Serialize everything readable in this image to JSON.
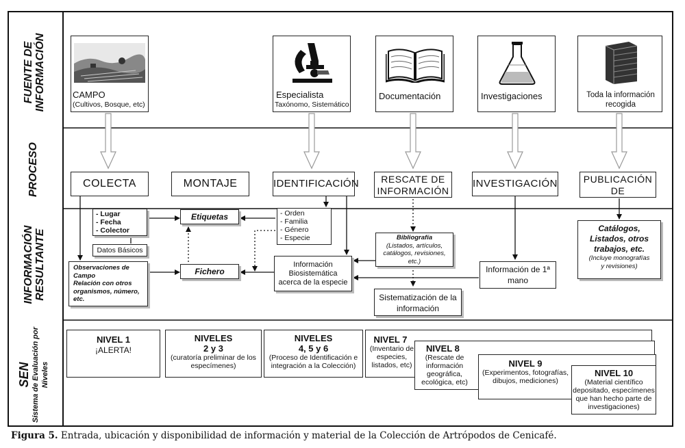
{
  "rows": {
    "fuente": [
      "FUENTE DE",
      "INFORMACIÓN"
    ],
    "proceso": "PROCESO",
    "resultante": [
      "INFORMACIÓN",
      "RESULTANTE"
    ],
    "sen_main": "SEN",
    "sen_sub1": "Sistema de Evaluación por",
    "sen_sub2": "Niveles"
  },
  "sources": {
    "campo": {
      "title": "CAMPO",
      "sub": "(Cultivos, Bosque, etc)"
    },
    "especialista": {
      "title": "Especialista",
      "sub": "Taxónomo, Sistemático"
    },
    "documentacion": {
      "title": "Documentación"
    },
    "investigaciones": {
      "title": "Investigaciones"
    },
    "toda": {
      "line1": "Toda la información",
      "line2": "recogida"
    }
  },
  "process": {
    "colecta": "COLECTA",
    "montaje": "MONTAJE",
    "identificacion": "IDENTIFICACIÓN",
    "rescate1": "RESCATE DE",
    "rescate2": "INFORMACIÓN",
    "investigacion": "INVESTIGACIÓN",
    "publicacion1": "PUBLICACIÓN",
    "publicacion2": "DE"
  },
  "results": {
    "lugar": "- Lugar",
    "fecha": "- Fecha",
    "colector": "- Colector",
    "datos_basicos": "Datos Básicos",
    "etiquetas": "Etiquetas",
    "fichero": "Fichero",
    "orden": "- Orden",
    "familia": "- Familia",
    "genero": "- Género",
    "especie": "- Especie",
    "obs1": "Observaciones de",
    "obs2": "Campo",
    "obs3": "Relación con otros",
    "obs4": "organismos, número,",
    "obs5": "etc.",
    "infobio1": "Información",
    "infobio2": "Biosistemática",
    "infobio3": "acerca de la especie",
    "biblio_title": "Bibliografía",
    "biblio1": "(Listados, artículos,",
    "biblio2": "catálogos, revisiones,",
    "biblio3": "etc.)",
    "sistem1": "Sistematización de la",
    "sistem2": "información",
    "info1a": "Información de 1ª",
    "info1b": "mano",
    "cat1": "Catálogos,",
    "cat2": "Listados, otros",
    "cat3": "trabajos, etc.",
    "cat4": "(Incluye monografías",
    "cat5": "y revisiones)"
  },
  "levels": {
    "n1_title": "NIVEL 1",
    "n1_sub": "¡ALERTA!",
    "n23_title": "NIVELES",
    "n23_num": "2 y 3",
    "n23_desc1": "(curatoría preliminar de los",
    "n23_desc2": "especímenes)",
    "n456_title": "NIVELES",
    "n456_num": "4, 5 y 6",
    "n456_desc1": "(Proceso de Identificación e",
    "n456_desc2": "integración a la Colección)",
    "n7_title": "NIVEL 7",
    "n7_desc1": "(Inventario de",
    "n7_desc2": "especies,",
    "n7_desc3": "listados, etc)",
    "n8_title": "NIVEL 8",
    "n8_desc1": "(Rescate de",
    "n8_desc2": "información",
    "n8_desc3": "geográfica,",
    "n8_desc4": "ecológica, etc)",
    "n9_title": "NIVEL 9",
    "n9_desc1": "(Experimentos, fotografías,",
    "n9_desc2": "dibujos, mediciones)",
    "n10_title": "NIVEL 10",
    "n10_desc1": "(Material científico",
    "n10_desc2": "depositado, especímenes",
    "n10_desc3": "que han hecho parte de",
    "n10_desc4": "investigaciones)"
  },
  "caption": {
    "label": "Figura 5.",
    "text": " Entrada, ubicación y disponibilidad de información y material de la Colección de Artrópodos de Cenicafé."
  }
}
